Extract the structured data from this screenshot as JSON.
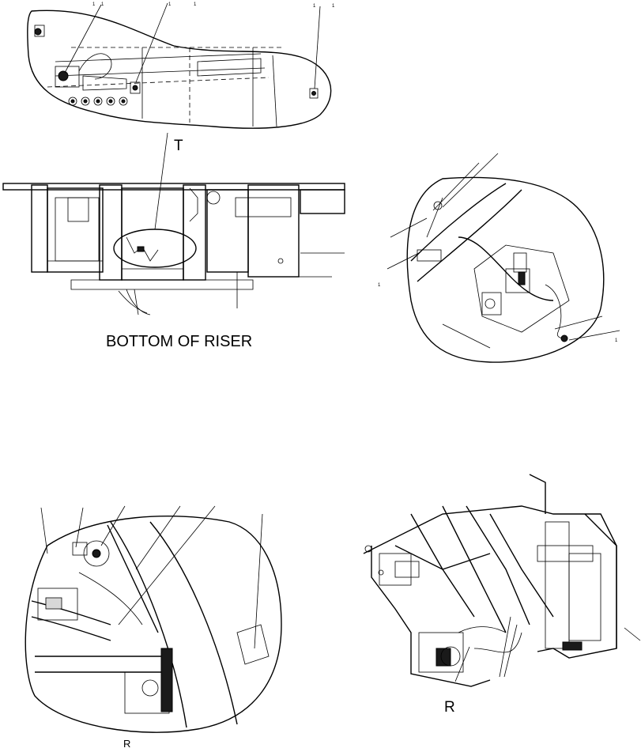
{
  "labels": {
    "top_callout": "T",
    "riser_caption": "BOTTOM OF RISER",
    "bottom_left_callout": "R",
    "bottom_right_callout": "R"
  },
  "colors": {
    "ink": "#000000",
    "paper": "#ffffff",
    "shade": "#1a1a1a"
  }
}
